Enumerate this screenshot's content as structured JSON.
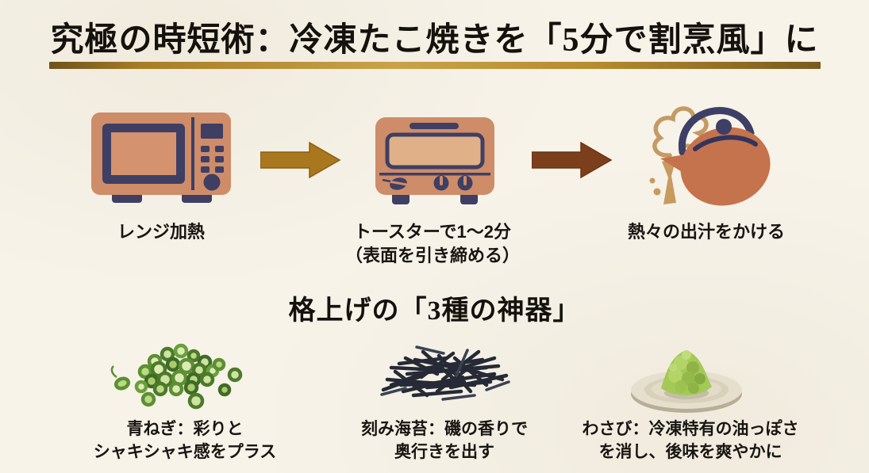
{
  "title": {
    "text": "究極の時短術：冷凍たこ焼きを「5分で割烹風」に"
  },
  "steps": {
    "items": [
      {
        "icon": "microwave-icon",
        "lines": [
          "レンジ加熱"
        ]
      },
      {
        "icon": "toaster-oven-icon",
        "lines": [
          "トースターで1〜2分",
          "（表面を引き締める）"
        ]
      },
      {
        "icon": "teapot-pouring-icon",
        "lines": [
          "熱々の出汁をかける"
        ]
      }
    ],
    "arrows": [
      {
        "name": "arrow-right-gold",
        "color": "#a9771d"
      },
      {
        "name": "arrow-right-brown",
        "color": "#7c3f1b"
      }
    ]
  },
  "section2": {
    "title": "格上げの「3種の神器」"
  },
  "ingredients": {
    "items": [
      {
        "icon": "green-onion-illustration",
        "lines": [
          "青ねぎ：彩りと",
          "シャキシャキ感をプラス"
        ]
      },
      {
        "icon": "shredded-nori-illustration",
        "lines": [
          "刻み海苔：磯の香りで",
          "奥行きを出す"
        ]
      },
      {
        "icon": "wasabi-plate-illustration",
        "lines": [
          "わさび：冷凍特有の油っぽさ",
          "を消し、後味を爽やかに"
        ]
      }
    ]
  },
  "colors": {
    "background": "#f7f3e9",
    "title_text": "#15120e",
    "underline_gold": "#b78c2e",
    "appliance_salmon": "#cf8c69",
    "appliance_navy": "#3e3f63",
    "teapot_terracotta": "#c5734d",
    "pour_tan": "#c79a5f",
    "arrow_gold": "#a9771d",
    "arrow_brown": "#7c3f1b",
    "onion_green": "#8fc25e",
    "nori_dark": "#262a36",
    "wasabi_green": "#a3c957",
    "plate_beige": "#e6dfcd"
  }
}
